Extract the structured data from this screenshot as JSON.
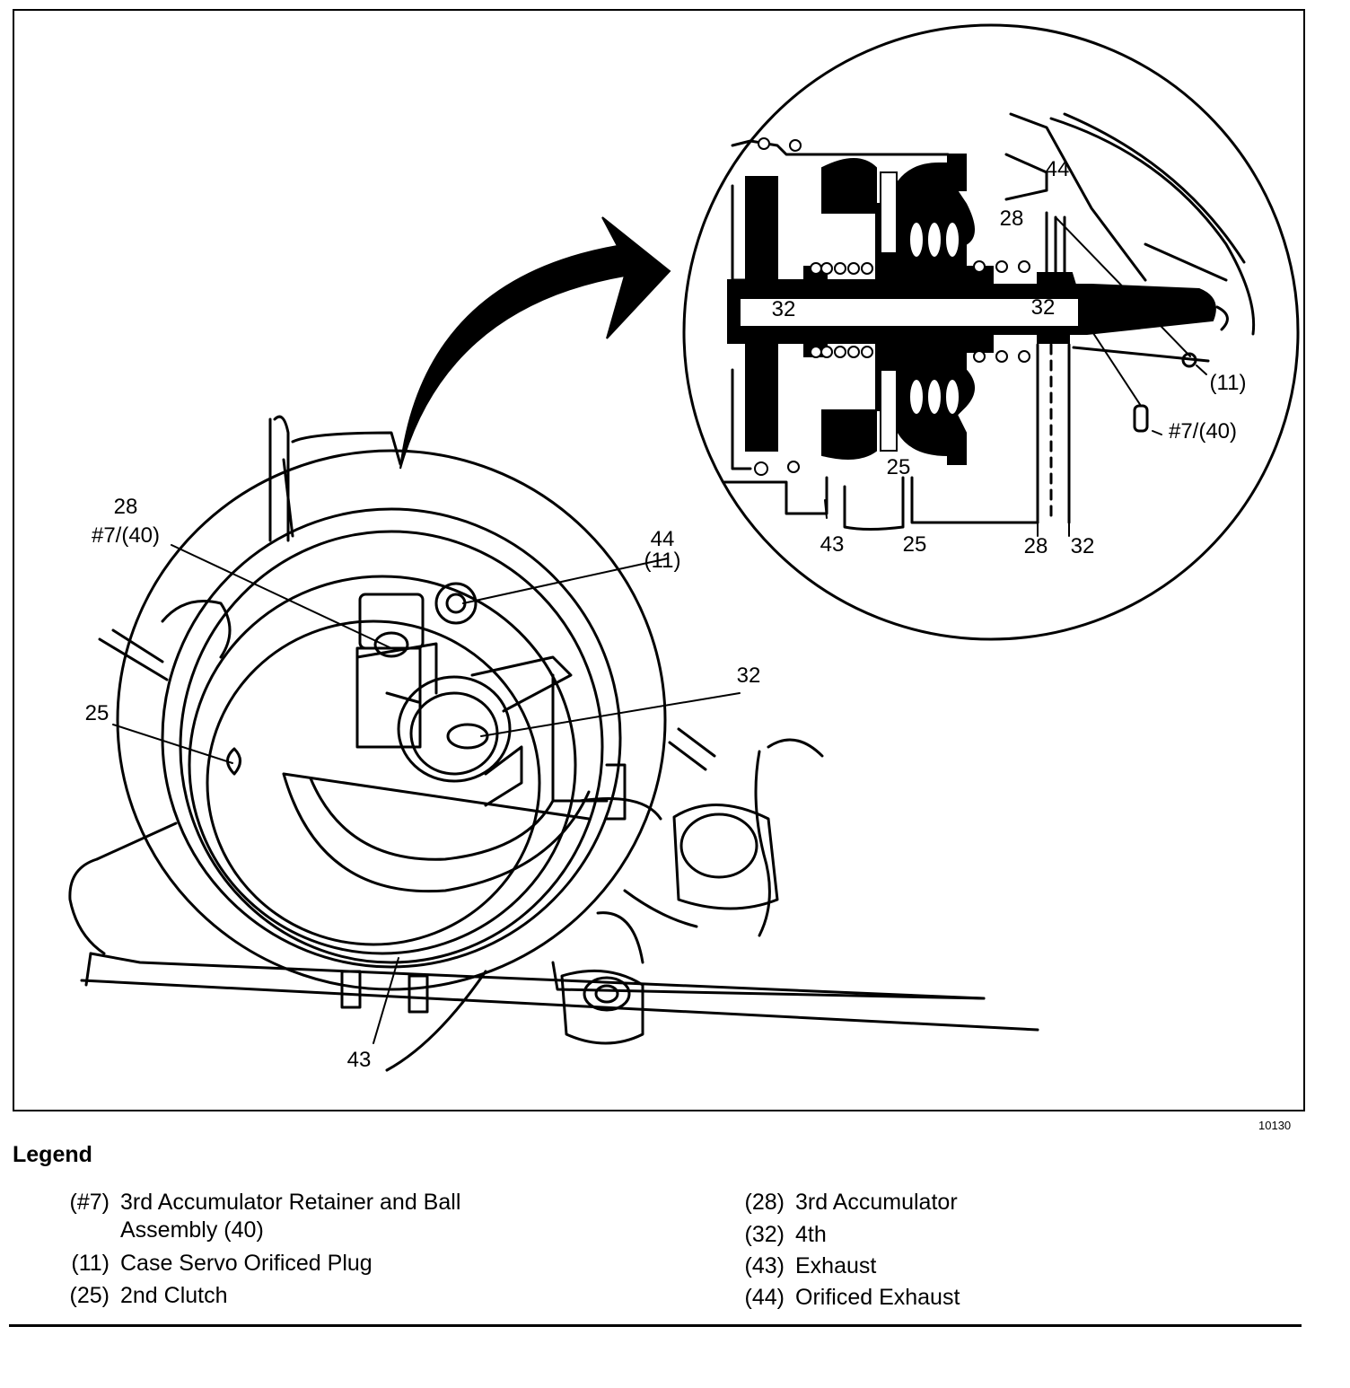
{
  "figure": {
    "id_label": "10130",
    "callouts": [
      {
        "key": "main-28",
        "text": "28"
      },
      {
        "key": "main-7-40",
        "text": "#7/(40)"
      },
      {
        "key": "main-44",
        "text": "44"
      },
      {
        "key": "main-11",
        "text": "(11)"
      },
      {
        "key": "main-32",
        "text": "32"
      },
      {
        "key": "main-25",
        "text": "25"
      },
      {
        "key": "main-43",
        "text": "43"
      },
      {
        "key": "detail-44",
        "text": "44"
      },
      {
        "key": "detail-28",
        "text": "28"
      },
      {
        "key": "detail-32-left",
        "text": "32"
      },
      {
        "key": "detail-32-right",
        "text": "32"
      },
      {
        "key": "detail-11",
        "text": "(11)"
      },
      {
        "key": "detail-7-40",
        "text": "#7/(40)"
      },
      {
        "key": "detail-25",
        "text": "25"
      },
      {
        "key": "detail-bottom-43",
        "text": "43"
      },
      {
        "key": "detail-bottom-25",
        "text": "25"
      },
      {
        "key": "detail-bottom-28",
        "text": "28"
      },
      {
        "key": "detail-bottom-32",
        "text": "32"
      }
    ]
  },
  "legend": {
    "title": "Legend",
    "items": [
      {
        "code": "(#7)",
        "text": "3rd Accumulator Retainer and Ball Assembly (40)"
      },
      {
        "code": "(11)",
        "text": "Case Servo Orificed Plug"
      },
      {
        "code": "(25)",
        "text": "2nd Clutch"
      },
      {
        "code": "(28)",
        "text": "3rd Accumulator"
      },
      {
        "code": "(32)",
        "text": "4th"
      },
      {
        "code": "(43)",
        "text": "Exhaust"
      },
      {
        "code": "(44)",
        "text": "Orificed Exhaust"
      }
    ]
  }
}
